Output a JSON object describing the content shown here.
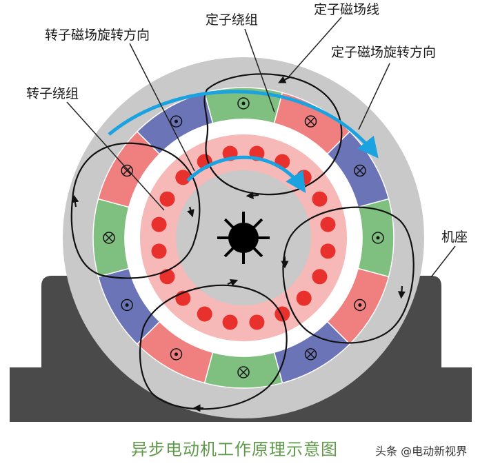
{
  "labels": {
    "stator_winding": "定子绕组",
    "stator_field_lines": "定子磁场线",
    "rotor_field_rotation": "转子磁场旋转方向",
    "stator_field_rotation": "定子磁场旋转方向",
    "rotor_winding": "转子绕组",
    "frame": "机座"
  },
  "caption": "异步电动机工作原理示意图",
  "watermark": "头条 @电动新视界",
  "colors": {
    "frame": "#4a4a4a",
    "outer_ring": "#c9c9c9",
    "slot_green": "#7fbf80",
    "slot_red": "#f08080",
    "slot_blue": "#6c74b8",
    "rotor_pink": "#f7b8b8",
    "rotor_dot": "#e8302d",
    "shaft": "#000000",
    "rotation_arrow": "#1aa3e0",
    "caption": "#5e9a4a"
  },
  "stator_slots": [
    "green",
    "red",
    "blue",
    "green",
    "red",
    "blue",
    "green",
    "red",
    "blue",
    "green",
    "red",
    "blue"
  ],
  "stator_markers": [
    "dot",
    "cross",
    "cross",
    "dot",
    "dot",
    "cross",
    "cross",
    "dot",
    "dot",
    "cross",
    "cross",
    "dot"
  ],
  "rotor_conductor_count": 20
}
